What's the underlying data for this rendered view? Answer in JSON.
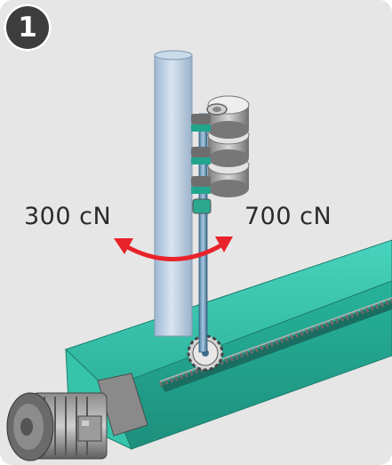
{
  "badge": {
    "number": "1"
  },
  "forces": {
    "left": "300 cN",
    "right": "700 cN"
  },
  "colors": {
    "background": "#e6e6e6",
    "badge": "#3d3d3d",
    "beam": "#2fbfa6",
    "tube": "#bcd3e8",
    "arrow": "#e8232a"
  },
  "icons": {
    "rotation": "curved-double-arrow-icon",
    "motor": "electric-motor-icon",
    "tension_discs": "tension-disc-stack-icon"
  }
}
